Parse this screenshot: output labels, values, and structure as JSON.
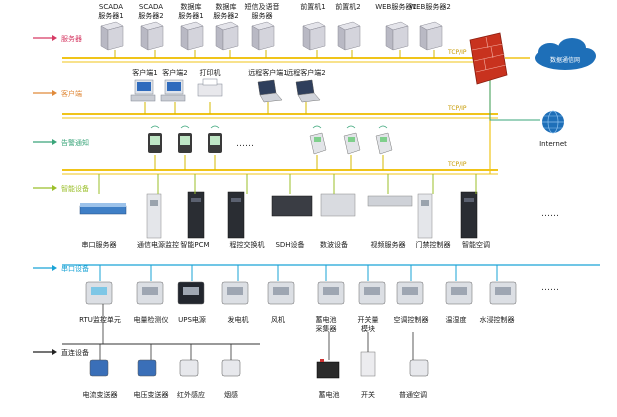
{
  "colors": {
    "server": "#d63a64",
    "client": "#e08a3a",
    "alarm": "#3aa57a",
    "smart": "#9bbf2a",
    "serial": "#1aa3d6",
    "direct": "#222222",
    "bus": "#f0c419",
    "firewall": "#c8321e",
    "cloud": "#1e6fb8"
  },
  "levels": {
    "server": "服务器",
    "client": "客户端",
    "alarm": "告警通知",
    "smart": "智能设备",
    "serial": "串口设备",
    "direct": "直连设备"
  },
  "protocol": {
    "tcpip": "TCP/IP"
  },
  "ellipsis": "……",
  "cloud_label": "数据通信网",
  "internet_label": "Internet",
  "servers": [
    {
      "l1": "SCADA",
      "l2": "服务器1"
    },
    {
      "l1": "SCADA",
      "l2": "服务器2"
    },
    {
      "l1": "数据库",
      "l2": "服务器1"
    },
    {
      "l1": "数据库",
      "l2": "服务器2"
    },
    {
      "l1": "短信及语音",
      "l2": "服务器"
    },
    {
      "l1": "前置机1",
      "l2": ""
    },
    {
      "l1": "前置机2",
      "l2": ""
    },
    {
      "l1": "WEB服务器1",
      "l2": ""
    },
    {
      "l1": "WEB服务器2",
      "l2": ""
    }
  ],
  "clients": [
    {
      "label": "客户端1"
    },
    {
      "label": "客户端2"
    },
    {
      "label": "打印机"
    },
    {
      "label": "远程客户端1"
    },
    {
      "label": "远程客户端2"
    }
  ],
  "smart_devices": [
    {
      "label": "串口服务器"
    },
    {
      "label": "通信电源监控"
    },
    {
      "label": "智能PCM"
    },
    {
      "label": "程控交换机"
    },
    {
      "label": "SDH设备"
    },
    {
      "label": "数波设备"
    },
    {
      "label": "视频服务器"
    },
    {
      "label": "门禁控制器"
    },
    {
      "label": "智能空调"
    }
  ],
  "serial_devices": [
    {
      "l1": "RTU监控单元",
      "l2": ""
    },
    {
      "l1": "电量检测仪",
      "l2": ""
    },
    {
      "l1": "UPS电源",
      "l2": ""
    },
    {
      "l1": "发电机",
      "l2": ""
    },
    {
      "l1": "风机",
      "l2": ""
    },
    {
      "l1": "蓄电池",
      "l2": "采集器"
    },
    {
      "l1": "开关量",
      "l2": "模块"
    },
    {
      "l1": "空调控制器",
      "l2": ""
    },
    {
      "l1": "温湿度",
      "l2": ""
    },
    {
      "l1": "水浸控制器",
      "l2": ""
    }
  ],
  "direct_devices": [
    {
      "label": "电流变送器"
    },
    {
      "label": "电压变送器"
    },
    {
      "label": "红外感应"
    },
    {
      "label": "烟感"
    },
    {
      "label": "蓄电池"
    },
    {
      "label": "开关"
    },
    {
      "label": "普通空调"
    }
  ]
}
